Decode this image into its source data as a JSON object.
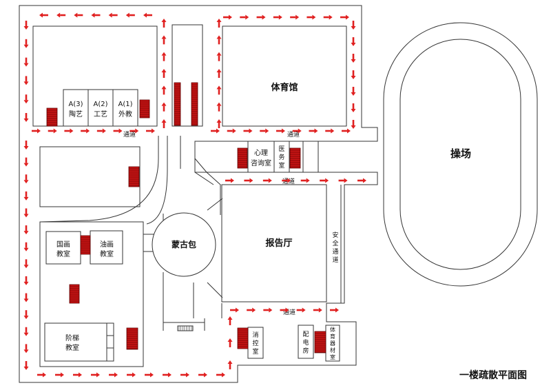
{
  "title": "一楼疏散平面图",
  "colors": {
    "arrow": "#e02020",
    "stair_fill": "#c81414",
    "stair_line": "#5a0000",
    "wall": "#333333"
  },
  "labels": {
    "a3_1": "A(3)",
    "a3_2": "陶艺",
    "a2_1": "A(2)",
    "a2_2": "工艺",
    "a1_1": "A(1)",
    "a1_2": "外教",
    "gym": "体育馆",
    "playground": "操场",
    "passage": "通道",
    "psych_1": "心理",
    "psych_2": "咨询室",
    "med_1": "医",
    "med_2": "务",
    "med_3": "室",
    "mongolian_yurt": "蒙古包",
    "auditorium": "报告厅",
    "safe_1": "安",
    "safe_2": "全",
    "safe_3": "通",
    "safe_4": "道",
    "guohua_1": "国画",
    "guohua_2": "教室",
    "youhua_1": "油画",
    "youhua_2": "教室",
    "tiered_1": "阶梯",
    "tiered_2": "教室",
    "fire_1": "消",
    "fire_2": "控",
    "fire_3": "室",
    "power_1": "配",
    "power_2": "电",
    "power_3": "房",
    "equip_1": "体",
    "equip_2": "育",
    "equip_3": "器",
    "equip_4": "材",
    "equip_5": "室"
  }
}
